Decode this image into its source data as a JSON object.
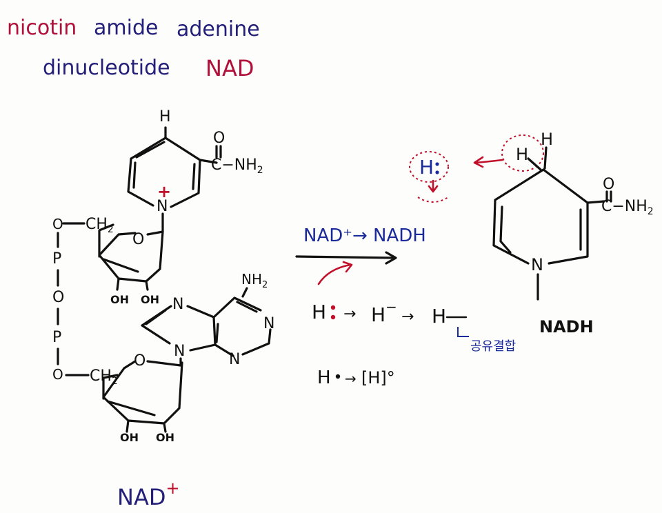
{
  "colors": {
    "red": "#c0102a",
    "blue": "#1a2a9a",
    "navy": "#24207a",
    "ink": "#111111"
  },
  "title": {
    "nicotin": "nicotin",
    "amide": "amide",
    "adenine": "adenine",
    "dinucleotide": "dinucleotide",
    "abbr": "NAD"
  },
  "nad_plus": {
    "label_main": "NAD",
    "label_sup": "+",
    "h_top": "H",
    "amide_O": "O",
    "amide_NH2": "C−NH",
    "amide_sub": "2",
    "N_pyr": "N",
    "plus_charge": "+",
    "O_phos1": "O",
    "CH2_top": "CH",
    "CH2_top_sub": "2",
    "ribose_O1": "O",
    "P1": "P",
    "O_mid": "O",
    "P2": "P",
    "O_phos2": "O",
    "CH2_bot": "CH",
    "CH2_bot_sub": "2",
    "ribose_O2": "O",
    "oh1a": "OH",
    "oh1b": "OH",
    "oh2a": "OH",
    "oh2b": "OH",
    "adenine_NH2": "NH",
    "adenine_NH2_sub": "2",
    "N7": "N",
    "N9": "N",
    "N1": "N",
    "N3": "N"
  },
  "reaction": {
    "label": "NAD⁺→ NADH",
    "hydride_lhs": "H",
    "hydride_arrow1": "→",
    "hydride_h": "H",
    "hydride_minus": "−",
    "hydride_arrow2": "→",
    "hydride_rhs": "H",
    "covalent_note": "공유결합",
    "radical_lhs": "H",
    "radical_arrow": "→",
    "radical_rhs": "[H]°"
  },
  "nadh": {
    "label": "NADH",
    "H_circled": "H",
    "H_top": "H",
    "amide_O": "O",
    "amide_NH2": "C−NH",
    "amide_sub": "2",
    "N": "N",
    "hydride_H": "H"
  }
}
